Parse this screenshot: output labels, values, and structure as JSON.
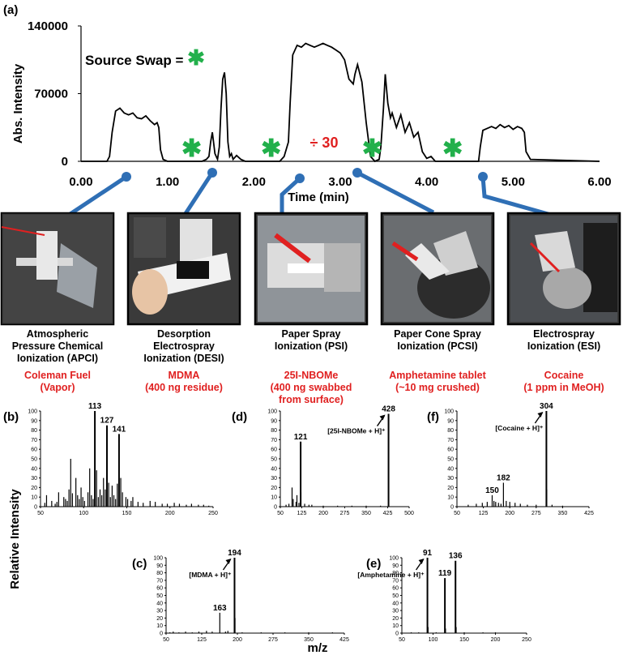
{
  "colors": {
    "star": "#22b04b",
    "sample_text": "#e02020",
    "connector": "#2f6fb5",
    "trace": "#000000"
  },
  "top": {
    "panel_label": "(a)",
    "legend_prefix": "Source Swap = ",
    "legend_symbol": "✱",
    "divide_label": "÷ 30",
    "y_title": "Abs. Intensity",
    "x_title": "Time (min)"
  },
  "x_axis_title": "m/z",
  "y_axis_title": "Relative Intensity",
  "methods": [
    {
      "line1": "Atmospheric",
      "line2": "Pressure Chemical",
      "line3": "Ionization (APCI)",
      "icon": "apci-photo"
    },
    {
      "line1": "Desorption",
      "line2": "Electrospray",
      "line3": "Ionization (DESI)",
      "icon": "desi-photo"
    },
    {
      "line1": "Paper Spray",
      "line2": "Ionization (PSI)",
      "line3": "",
      "icon": "psi-photo"
    },
    {
      "line1": "Paper Cone Spray",
      "line2": "Ionization (PCSI)",
      "line3": "",
      "icon": "pcsi-photo"
    },
    {
      "line1": "Electrospray",
      "line2": "Ionization (ESI)",
      "line3": "",
      "icon": "esi-photo"
    }
  ],
  "samples": [
    {
      "line1": "Coleman Fuel",
      "line2": "(Vapor)",
      "line3": ""
    },
    {
      "line1": "MDMA",
      "line2": "(400 ng residue)",
      "line3": ""
    },
    {
      "line1": "25I-NBOMe",
      "line2": "(400 ng swabbed",
      "line3": "from surface)"
    },
    {
      "line1": "Amphetamine tablet",
      "line2": "(~10 mg crushed)",
      "line3": ""
    },
    {
      "line1": "Cocaine",
      "line2": "(1 ppm in MeOH)",
      "line3": ""
    }
  ],
  "chart_data": [
    {
      "id": "a",
      "type": "line",
      "xlabel": "Time (min)",
      "ylabel": "Abs. Intensity",
      "xlim": [
        0,
        6
      ],
      "ylim": [
        0,
        140000
      ],
      "xticks": [
        "0.00",
        "1.00",
        "2.00",
        "3.00",
        "4.00",
        "5.00",
        "6.00"
      ],
      "yticks": [
        "0",
        "70000",
        "140000"
      ],
      "series": [
        {
          "x": [
            0,
            0.3,
            0.33,
            0.36,
            0.4,
            0.45,
            0.5,
            0.55,
            0.6,
            0.65,
            0.7,
            0.75,
            0.8,
            0.85,
            0.88,
            0.9,
            0.92,
            0.95,
            1.0,
            1.3,
            1.4,
            1.45,
            1.48,
            1.5,
            1.52,
            1.55,
            1.58,
            1.6,
            1.62,
            1.64,
            1.66,
            1.68,
            1.7,
            1.72,
            1.74,
            1.76,
            1.8,
            1.85,
            1.9,
            2.0,
            2.3,
            2.35,
            2.4,
            2.42,
            2.45,
            2.5,
            2.55,
            2.6,
            2.65,
            2.7,
            2.75,
            2.8,
            2.85,
            2.9,
            2.95,
            3.0,
            3.05,
            3.1,
            3.15,
            3.17,
            3.2,
            3.25,
            3.3,
            3.35,
            3.4,
            3.45,
            3.47,
            3.5,
            3.52,
            3.55,
            3.58,
            3.6,
            3.65,
            3.7,
            3.75,
            3.8,
            3.85,
            3.9,
            3.95,
            4.0,
            4.05,
            4.1,
            4.5,
            4.6,
            4.62,
            4.65,
            4.7,
            4.75,
            4.8,
            4.85,
            4.9,
            4.95,
            5.0,
            5.05,
            5.1,
            5.13,
            5.15,
            5.2,
            6.0
          ],
          "y": [
            0,
            0,
            5000,
            30000,
            52000,
            55000,
            50000,
            48000,
            50000,
            45000,
            44000,
            47000,
            42000,
            38000,
            40000,
            35000,
            12000,
            2000,
            0,
            0,
            0,
            2000,
            5000,
            20000,
            30000,
            8000,
            2000,
            15000,
            55000,
            85000,
            92000,
            70000,
            20000,
            5000,
            8000,
            2000,
            6000,
            2000,
            0,
            0,
            0,
            5000,
            20000,
            60000,
            110000,
            120000,
            118000,
            122000,
            120000,
            118000,
            120000,
            122000,
            120000,
            118000,
            115000,
            112000,
            105000,
            85000,
            80000,
            90000,
            100000,
            82000,
            40000,
            5000,
            0,
            2000,
            15000,
            55000,
            90000,
            60000,
            45000,
            50000,
            35000,
            48000,
            30000,
            40000,
            25000,
            30000,
            10000,
            3000,
            5000,
            0,
            0,
            0,
            15000,
            32000,
            34000,
            36000,
            34000,
            38000,
            35000,
            37000,
            33000,
            36000,
            34000,
            30000,
            10000,
            2000,
            0
          ]
        }
      ],
      "annotations": [
        "Source Swap = ✱",
        "÷ 30"
      ],
      "swap_markers_x": [
        1.28,
        2.2,
        3.37,
        4.3
      ]
    },
    {
      "id": "b",
      "type": "bar",
      "xlim": [
        50,
        250
      ],
      "ylim": [
        0,
        100
      ],
      "xticks": [
        "50",
        "100",
        "150",
        "200",
        "250"
      ],
      "yticks": [
        "0",
        "10",
        "20",
        "30",
        "40",
        "50",
        "60",
        "70",
        "80",
        "90",
        "100"
      ],
      "x": [
        55,
        57,
        63,
        67,
        69,
        71,
        77,
        79,
        81,
        83,
        85,
        87,
        91,
        93,
        95,
        97,
        99,
        101,
        105,
        107,
        109,
        111,
        113,
        115,
        117,
        119,
        121,
        123,
        125,
        127,
        129,
        131,
        133,
        135,
        137,
        139,
        141,
        143,
        145,
        149,
        151,
        155,
        157,
        163,
        169,
        177,
        183,
        191,
        197,
        205,
        211,
        219,
        225,
        233,
        239,
        245
      ],
      "y": [
        4,
        12,
        6,
        3,
        5,
        15,
        10,
        8,
        6,
        18,
        50,
        14,
        30,
        12,
        8,
        20,
        10,
        6,
        15,
        40,
        12,
        8,
        100,
        38,
        10,
        18,
        12,
        30,
        18,
        85,
        25,
        10,
        22,
        12,
        8,
        24,
        76,
        30,
        15,
        10,
        8,
        6,
        10,
        5,
        4,
        6,
        5,
        3,
        3,
        4,
        3,
        2,
        3,
        2,
        2,
        1
      ],
      "peak_labels": [
        "113",
        "127",
        "141"
      ],
      "peak_label_x": [
        113,
        127,
        141
      ],
      "peak_label_y": [
        100,
        85,
        76
      ]
    },
    {
      "id": "c",
      "type": "bar",
      "xlim": [
        50,
        425
      ],
      "ylim": [
        0,
        100
      ],
      "xticks": [
        "50",
        "125",
        "200",
        "275",
        "350",
        "425"
      ],
      "yticks": [
        "0",
        "10",
        "20",
        "30",
        "40",
        "50",
        "60",
        "70",
        "80",
        "90",
        "100"
      ],
      "x": [
        58,
        65,
        77,
        91,
        105,
        119,
        135,
        147,
        163,
        175,
        180,
        194,
        195,
        210,
        250,
        300,
        350,
        400
      ],
      "y": [
        1,
        2,
        1,
        2,
        1,
        2,
        3,
        2,
        27,
        2,
        3,
        100,
        20,
        1,
        1,
        1,
        1,
        1
      ],
      "peak_labels": [
        "163",
        "194"
      ],
      "peak_label_x": [
        163,
        194
      ],
      "peak_label_y": [
        27,
        100
      ],
      "annotation": "[MDMA + H]⁺"
    },
    {
      "id": "d",
      "type": "bar",
      "xlim": [
        50,
        500
      ],
      "ylim": [
        0,
        100
      ],
      "xticks": [
        "50",
        "125",
        "200",
        "275",
        "350",
        "425",
        "500"
      ],
      "yticks": [
        "0",
        "10",
        "20",
        "30",
        "40",
        "50",
        "60",
        "70",
        "80",
        "90",
        "100"
      ],
      "x": [
        70,
        80,
        91,
        95,
        105,
        108,
        115,
        121,
        122,
        135,
        150,
        160,
        200,
        250,
        300,
        350,
        400,
        428,
        429
      ],
      "y": [
        2,
        3,
        20,
        8,
        5,
        12,
        4,
        68,
        15,
        3,
        2,
        2,
        1,
        1,
        1,
        1,
        1,
        97,
        10
      ],
      "peak_labels": [
        "121",
        "428"
      ],
      "peak_label_x": [
        121,
        428
      ],
      "peak_label_y": [
        68,
        97
      ],
      "annotation": "[25I-NBOMe + H]⁺"
    },
    {
      "id": "e",
      "type": "bar",
      "xlim": [
        50,
        250
      ],
      "ylim": [
        0,
        100
      ],
      "xticks": [
        "50",
        "100",
        "150",
        "200",
        "250"
      ],
      "yticks": [
        "0",
        "10",
        "20",
        "30",
        "40",
        "50",
        "60",
        "70",
        "80",
        "90",
        "100"
      ],
      "x": [
        65,
        77,
        91,
        92,
        105,
        119,
        120,
        136,
        137,
        150,
        180,
        200
      ],
      "y": [
        1,
        1,
        100,
        8,
        1,
        73,
        6,
        96,
        8,
        1,
        1,
        1
      ],
      "peak_labels": [
        "91",
        "119",
        "136"
      ],
      "peak_label_x": [
        91,
        119,
        136
      ],
      "peak_label_y": [
        100,
        73,
        96
      ],
      "annotation": "[Amphetamine + H]⁺"
    },
    {
      "id": "f",
      "type": "bar",
      "xlim": [
        50,
        425
      ],
      "ylim": [
        0,
        100
      ],
      "xticks": [
        "50",
        "125",
        "200",
        "275",
        "350",
        "425"
      ],
      "yticks": [
        "0",
        "10",
        "20",
        "30",
        "40",
        "50",
        "60",
        "70",
        "80",
        "90",
        "100"
      ],
      "x": [
        82,
        105,
        122,
        136,
        150,
        155,
        160,
        168,
        175,
        182,
        190,
        200,
        215,
        230,
        250,
        275,
        304,
        305,
        320,
        350
      ],
      "y": [
        2,
        3,
        4,
        5,
        12,
        6,
        5,
        4,
        3,
        25,
        6,
        5,
        4,
        3,
        2,
        2,
        100,
        18,
        2,
        1
      ],
      "peak_labels": [
        "150",
        "182",
        "304"
      ],
      "peak_label_x": [
        150,
        182,
        304
      ],
      "peak_label_y": [
        12,
        25,
        100
      ],
      "annotation": "[Cocaine + H]⁺"
    }
  ]
}
